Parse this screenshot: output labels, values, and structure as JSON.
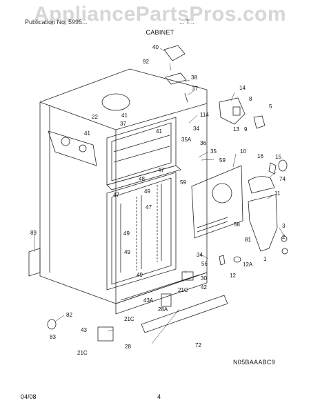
{
  "watermark": "AppliancePartsPros.com",
  "header": {
    "publication": "Publication No: 5995...",
    "model": "... T...",
    "section_title": "CABINET"
  },
  "diagram_code": "N05BAAABC9",
  "footer": {
    "date": "04/08",
    "page": "4"
  },
  "callouts": [
    "40",
    "92",
    "38",
    "37",
    "14",
    "22",
    "41",
    "8",
    "5",
    "114",
    "37",
    "41",
    "41",
    "13",
    "9",
    "34",
    "35A",
    "36",
    "35",
    "59",
    "10",
    "15",
    "16",
    "74",
    "11",
    "47",
    "59",
    "48",
    "49",
    "47",
    "47",
    "89",
    "49",
    "3",
    "2",
    "58",
    "49",
    "81",
    "1",
    "56",
    "34",
    "12A",
    "12",
    "30",
    "42",
    "49",
    "21C",
    "43A",
    "28A",
    "82",
    "83",
    "43",
    "28",
    "21C",
    "21C",
    "72"
  ]
}
